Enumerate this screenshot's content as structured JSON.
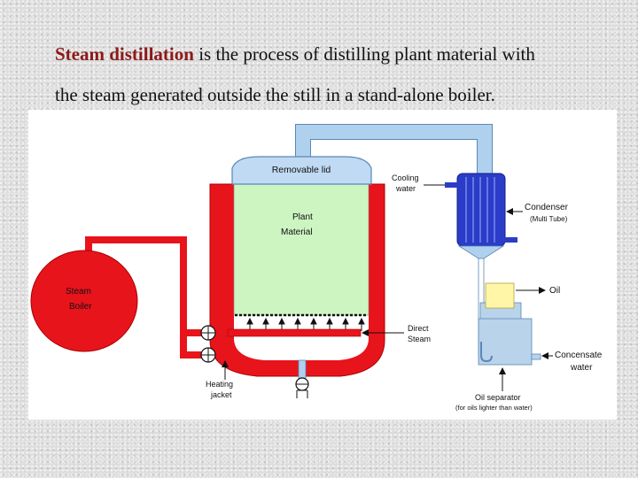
{
  "text": {
    "term": "Steam distillation",
    "line1_rest": " is the process of distilling plant material with",
    "line2": "the steam generated outside the still in a  stand-alone boiler."
  },
  "labels": {
    "lid": "Removable lid",
    "plant1": "Plant",
    "plant2": "Material",
    "boiler1": "Steam",
    "boiler2": "Boiler",
    "cooling1": "Cooling",
    "cooling2": "water",
    "condenser": "Condenser",
    "condenser_sub": "(Multi Tube)",
    "oil": "Oil",
    "condensate1": "Concensate",
    "condensate2": "water",
    "direct1": "Direct",
    "direct2": "Steam",
    "heating1": "Heating",
    "heating2": "jacket",
    "separator": "Oil separator",
    "separator_sub": "(for oils lighter than water)"
  },
  "colors": {
    "steam_red": "#e8141c",
    "pipe_blue": "#b0d1ee",
    "pipe_stroke": "#5b87b8",
    "plant_green": "#ccf5c2",
    "lid_blue": "#bfdaf2",
    "condenser_blue": "#2a3cc8",
    "oil_yellow": "#fff6a8",
    "separator_blue": "#b9d3ea"
  }
}
